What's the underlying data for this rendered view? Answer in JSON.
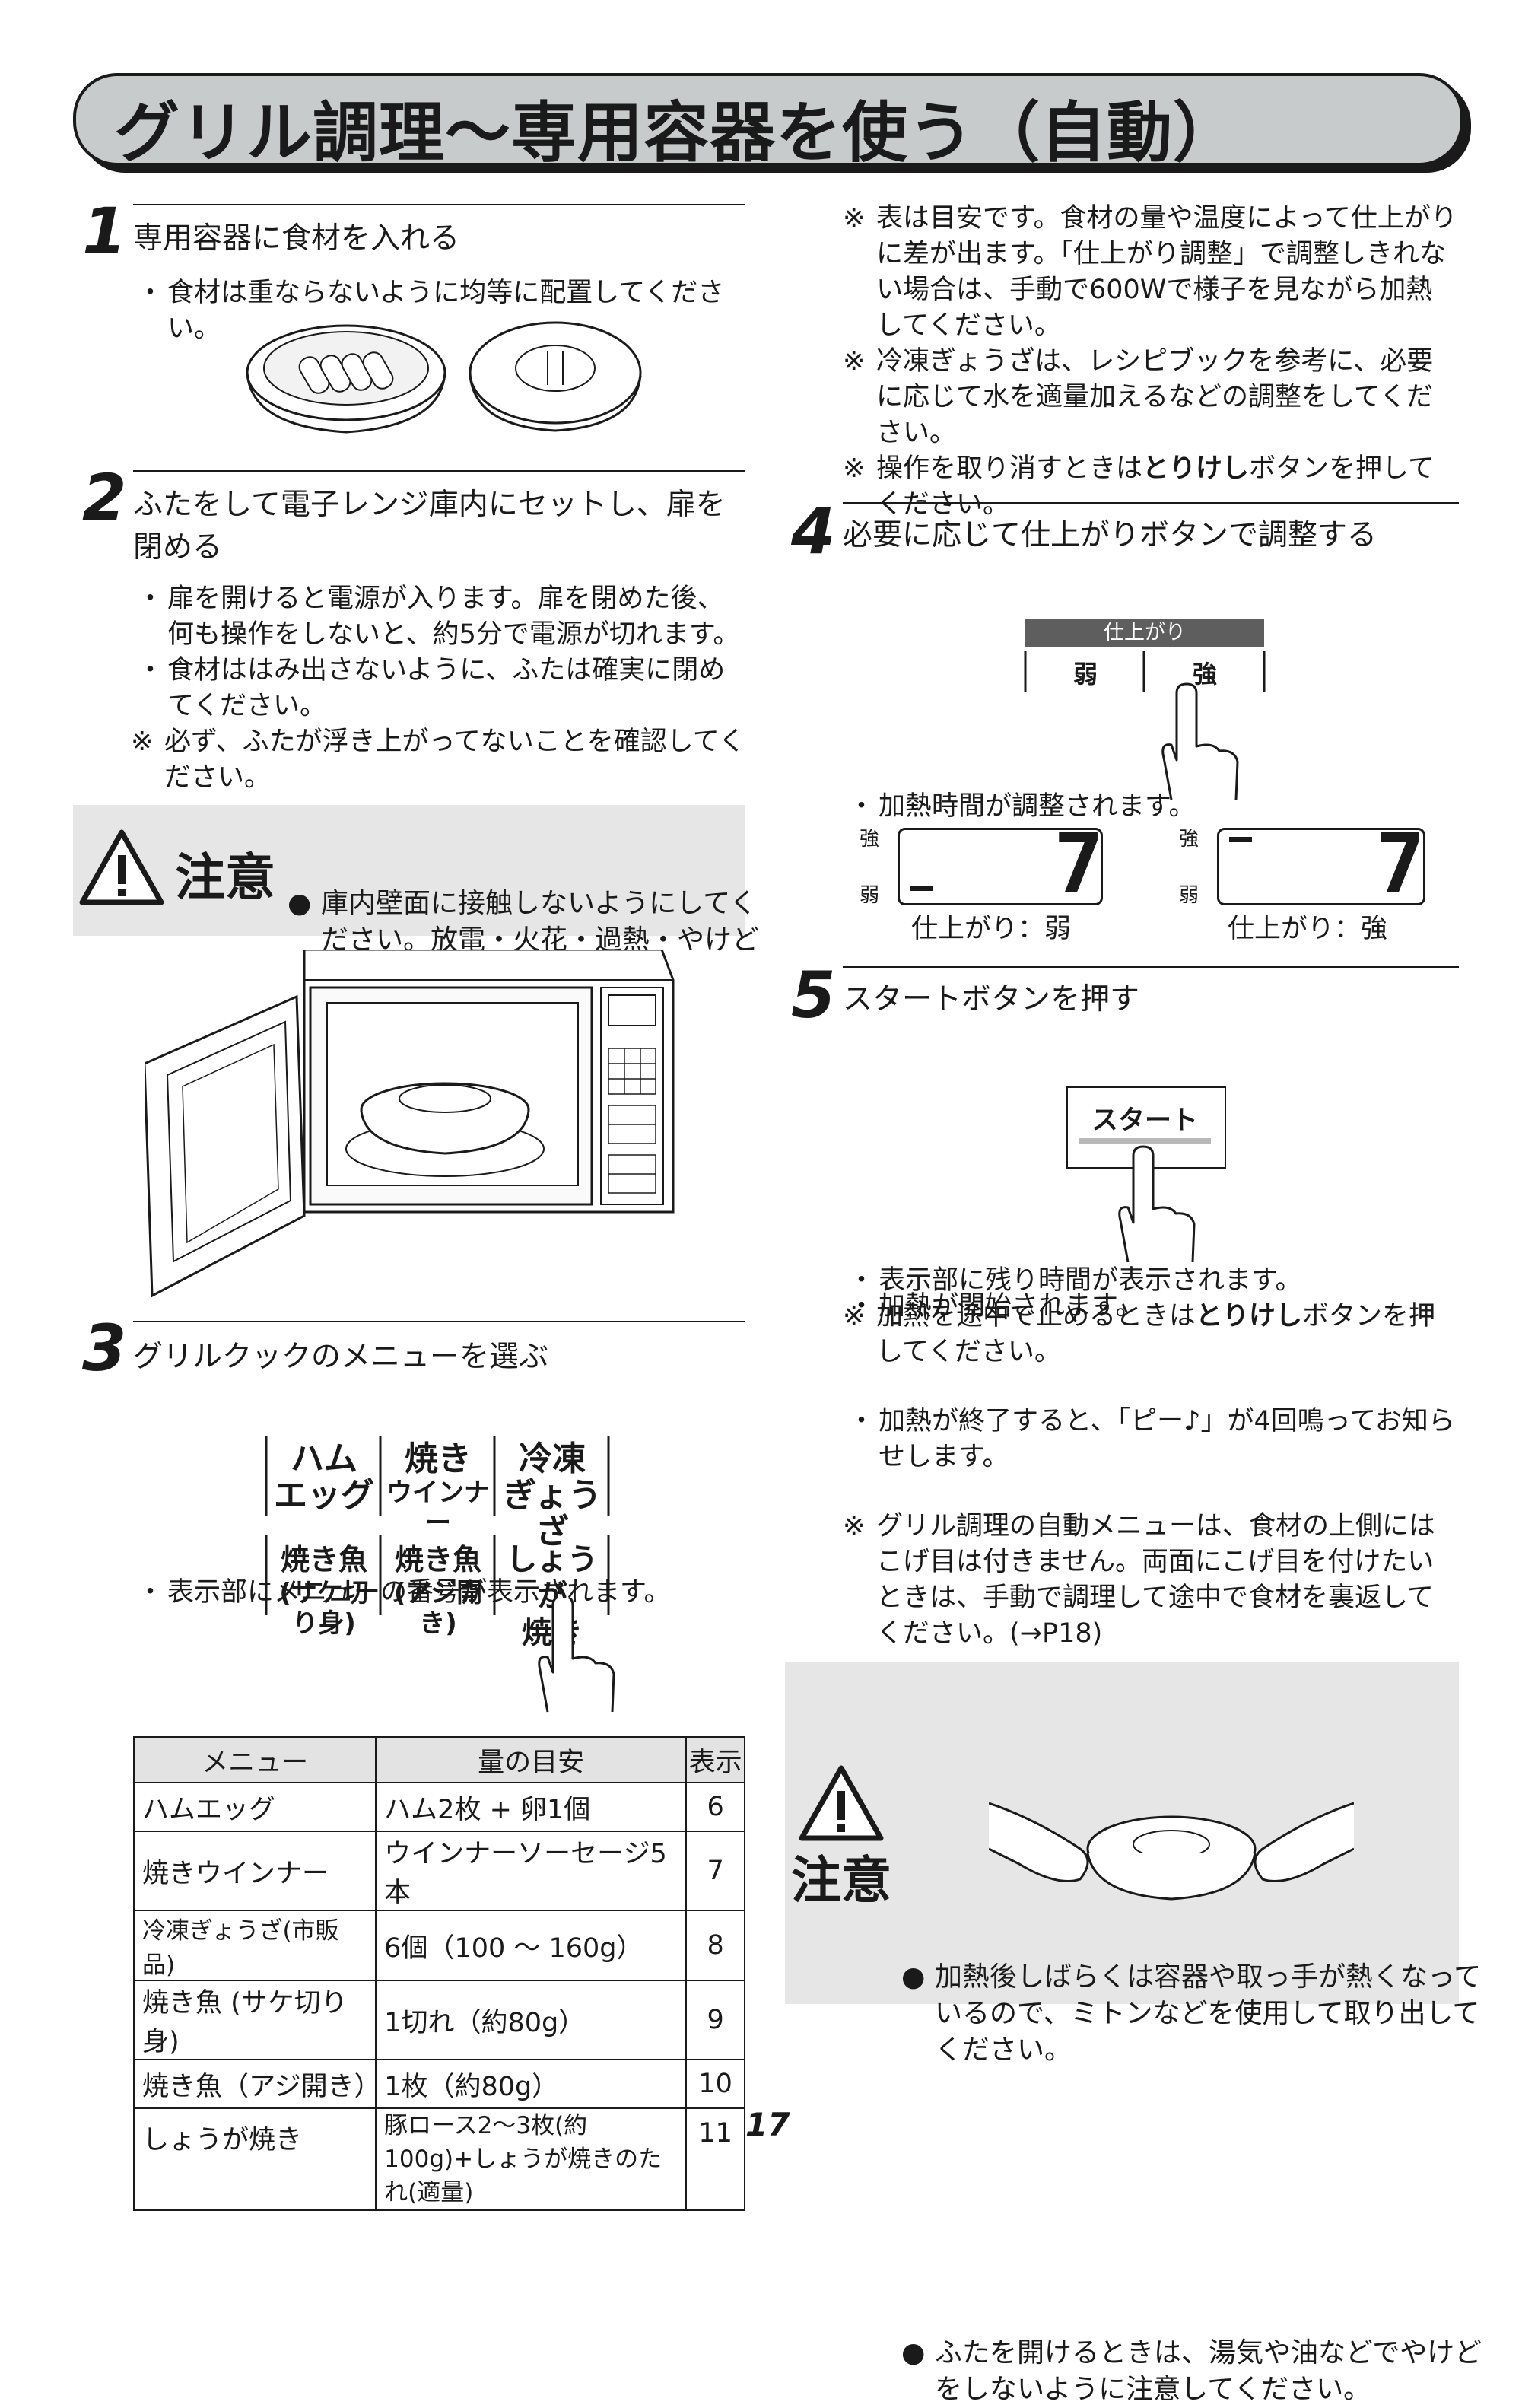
{
  "title": "グリル調理～専用容器を使う（自動）",
  "page_number": "17",
  "steps": [
    {
      "num": "1",
      "heading": "専用容器に食材を入れる",
      "items": [
        {
          "mark": "・",
          "text": "食材は重ならないように均等に配置してください。"
        }
      ]
    },
    {
      "num": "2",
      "heading": "ふたをして電子レンジ庫内にセットし、扉を閉める",
      "items": [
        {
          "mark": "・",
          "text": "扉を開けると電源が入ります。扉を閉めた後、何も操作をしないと、約5分で電源が切れます。"
        },
        {
          "mark": "・",
          "text": "食材ははみ出さないように、ふたは確実に閉めてください。"
        },
        {
          "mark": "※",
          "text": "必ず、ふたが浮き上がってないことを確認してください。"
        }
      ],
      "caution": {
        "word": "注意",
        "bullet": "●",
        "text": "庫内壁面に接触しないようにしてください。放電・火花・過熱・やけどの原因になります。"
      }
    },
    {
      "num": "3",
      "heading": "グリルクックのメニューを選ぶ",
      "items": [
        {
          "mark": "・",
          "text": "表示部にメニューの番号が表示されます。"
        }
      ],
      "buttons_row1": [
        {
          "line1": "ハム",
          "line2": "エッグ"
        },
        {
          "line1": "焼き",
          "line2": "ウインナー"
        },
        {
          "line1": "冷凍",
          "line2": "ぎょうざ"
        }
      ],
      "buttons_row2": [
        {
          "line1": "焼き魚",
          "line2": "(サケ切り身)"
        },
        {
          "line1": "焼き魚",
          "line2": "(アジ開き)"
        },
        {
          "line1": "しょうが",
          "line2": "焼き"
        }
      ]
    },
    {
      "num": "4",
      "heading": "必要に応じて仕上がりボタンで調整する",
      "items": [
        {
          "mark": "・",
          "text": "加熱時間が調整されます。"
        }
      ],
      "panel_label": "仕上がり",
      "panel_buttons": [
        "弱",
        "強"
      ],
      "displays": [
        {
          "strong_label": "強",
          "weak_label": "弱",
          "digit": "7",
          "caption": "仕上がり：弱"
        },
        {
          "strong_label": "強",
          "weak_label": "弱",
          "digit": "7",
          "caption": "仕上がり：強"
        }
      ]
    },
    {
      "num": "5",
      "heading": "スタートボタンを押す",
      "items": [
        {
          "mark": "・",
          "text": "加熱が開始されます。"
        }
      ],
      "start_button": "スタート",
      "after_items": [
        {
          "mark": "・",
          "text": "表示部に残り時間が表示されます。"
        },
        {
          "mark": "※",
          "text_before": "加熱を途中で止めるときは",
          "bold": "とりけし",
          "text_after": "ボタンを押してください。"
        },
        {
          "mark": "・",
          "text": "加熱が終了すると、「ピー♪」が4回鳴ってお知らせします。"
        },
        {
          "mark": "※",
          "text": "グリル調理の自動メニューは、食材の上側にはこげ目は付きません。両面にこげ目を付けたいときは、手動で調理して途中で食材を裏返してください。(→P18)"
        }
      ],
      "caution": {
        "word": "注意",
        "bullets": [
          {
            "mark": "●",
            "text": "加熱後しばらくは容器や取っ手が熱くなっているので、ミトンなどを使用して取り出してください。"
          },
          {
            "mark": "●",
            "text": "ふたを開けるときは、湯気や油などでやけどをしないように注意してください。"
          }
        ]
      }
    }
  ],
  "top_right_notes": [
    {
      "mark": "※",
      "text": "表は目安です。食材の量や温度によって仕上がりに差が出ます。「仕上がり調整」で調整しきれない場合は、手動で600Wで様子を見ながら加熱してください。"
    },
    {
      "mark": "※",
      "text": "冷凍ぎょうざは、レシピブックを参考に、必要に応じて水を適量加えるなどの調整をしてください。"
    },
    {
      "mark": "※",
      "text_before": "操作を取り消すときは",
      "bold": "とりけし",
      "text_after": "ボタンを押してください。"
    }
  ],
  "menu_table": {
    "headers": [
      "メニュー",
      "量の目安",
      "表示"
    ],
    "rows": [
      [
        "ハムエッグ",
        "ハム2枚 + 卵1個",
        "6"
      ],
      [
        "焼きウインナー",
        "ウインナーソーセージ5本",
        "7"
      ],
      [
        "冷凍ぎょうざ(市販品)",
        "6個（100 ～ 160g）",
        "8"
      ],
      [
        "焼き魚 (サケ切り身)",
        "1切れ（約80g）",
        "9"
      ],
      [
        "焼き魚（アジ開き）",
        "1枚（約80g）",
        "10"
      ],
      [
        "しょうが焼き",
        "豚ロース2～3枚(約100g)+しょうが焼きのたれ(適量)",
        "11"
      ]
    ]
  }
}
